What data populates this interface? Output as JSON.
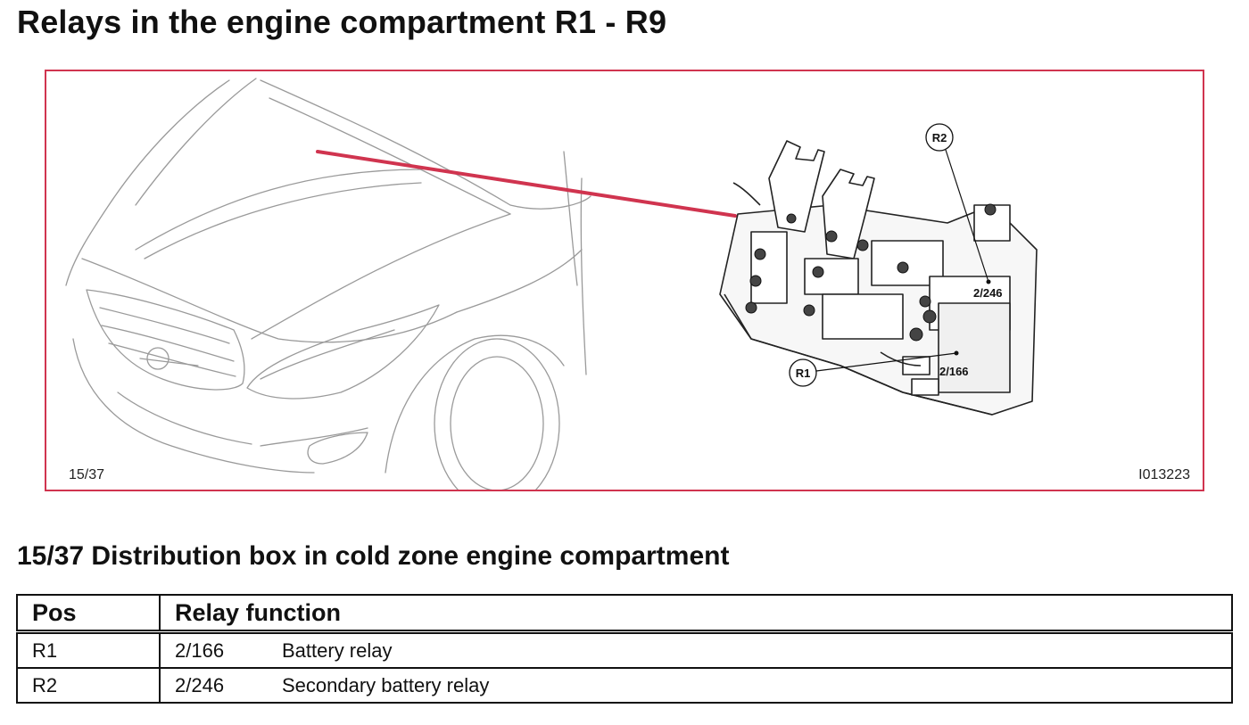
{
  "page": {
    "title": "Relays in the engine compartment R1 - R9"
  },
  "figure": {
    "number": "15/37",
    "id": "I013223",
    "callouts": {
      "r2_label": "R2",
      "r2_code": "2/246",
      "r1_label": "R1",
      "r1_code": "2/166"
    },
    "colors": {
      "frame": "#d0344f",
      "pointer": "#d0344f"
    }
  },
  "section": {
    "heading": "15/37 Distribution box in cold zone engine compartment"
  },
  "table": {
    "headers": {
      "pos": "Pos",
      "function": "Relay function"
    },
    "rows": [
      {
        "pos": "R1",
        "code": "2/166",
        "function": "Battery relay"
      },
      {
        "pos": "R2",
        "code": "2/246",
        "function": "Secondary battery relay"
      }
    ]
  }
}
